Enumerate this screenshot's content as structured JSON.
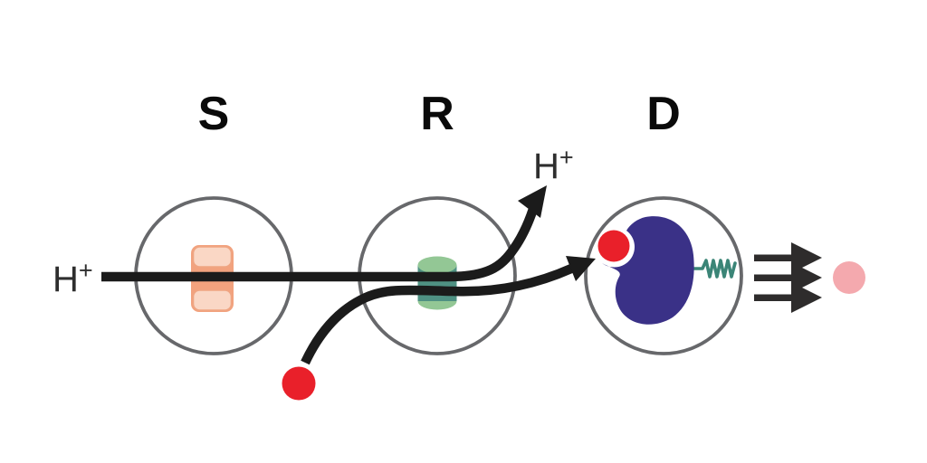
{
  "compartments": [
    {
      "label": "S"
    },
    {
      "label": "R"
    },
    {
      "label": "D"
    }
  ],
  "ion_labels": {
    "input": {
      "base": "H",
      "charge": "+"
    },
    "released": {
      "base": "H",
      "charge": "+"
    }
  },
  "colors": {
    "compartment_stroke": "#67686B",
    "flow_black": "#1B1B1B",
    "label_black": "#0A0A0A",
    "ion_label_gray": "#2E2E2E",
    "transporter_fill_dark": "#F2A27E",
    "transporter_fill_light": "#FAD7C5",
    "transporter_stroke": "#EFA582",
    "channel_body_teal": "#4F9183",
    "channel_cap_green": "#93C795",
    "cargo_red": "#E9202A",
    "enzyme_indigo": "#3A3187",
    "spring_teal": "#3B8577",
    "burst_black": "#2E2C2C",
    "product_pink": "#F4A9AE"
  }
}
